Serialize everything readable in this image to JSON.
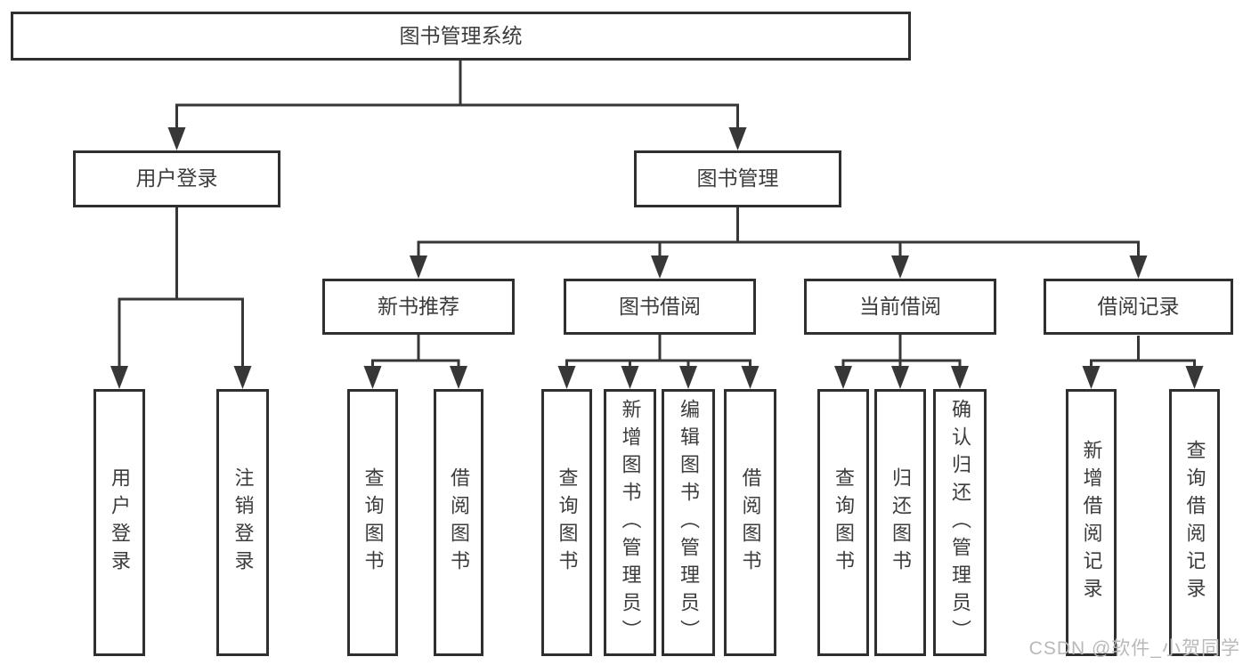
{
  "watermark": "CSDN @软件_小贺同学",
  "colors": {
    "line": "#373737",
    "box_border": "#2f2f2f",
    "box_fill": "#ffffff",
    "text": "#3c3c3c",
    "watermark": "#b9b9b9",
    "background": "#ffffff"
  },
  "tree": {
    "label": "图书管理系统",
    "children": [
      {
        "label": "用户登录",
        "children": [
          {
            "label": "用户登录"
          },
          {
            "label": "注销登录"
          }
        ]
      },
      {
        "label": "图书管理",
        "children": [
          {
            "label": "新书推荐",
            "children": [
              {
                "label": "查询图书"
              },
              {
                "label": "借阅图书"
              }
            ]
          },
          {
            "label": "图书借阅",
            "children": [
              {
                "label": "查询图书"
              },
              {
                "label": "新增图书（管理员）"
              },
              {
                "label": "编辑图书（管理员）"
              },
              {
                "label": "借阅图书"
              }
            ]
          },
          {
            "label": "当前借阅",
            "children": [
              {
                "label": "查询图书"
              },
              {
                "label": "归还图书"
              },
              {
                "label": "确认归还（管理员）"
              }
            ]
          },
          {
            "label": "借阅记录",
            "children": [
              {
                "label": "新增借阅记录"
              },
              {
                "label": "查询借阅记录"
              }
            ]
          }
        ]
      }
    ]
  }
}
